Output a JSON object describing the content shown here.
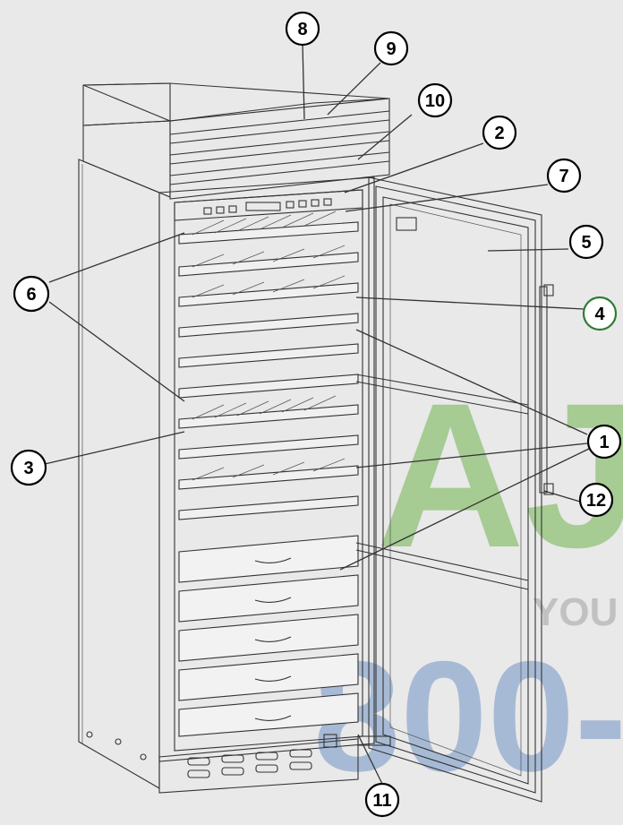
{
  "watermark": {
    "line1": "AJ",
    "line2": "YOU",
    "line3": "800-",
    "colors": {
      "green": "#5aa832",
      "blue": "#3e6fb5",
      "gray": "#9a9a9a"
    }
  },
  "callouts": [
    {
      "id": "1",
      "label": "1"
    },
    {
      "id": "2",
      "label": "2"
    },
    {
      "id": "3",
      "label": "3"
    },
    {
      "id": "4",
      "label": "4"
    },
    {
      "id": "5",
      "label": "5"
    },
    {
      "id": "6",
      "label": "6"
    },
    {
      "id": "7",
      "label": "7"
    },
    {
      "id": "8",
      "label": "8"
    },
    {
      "id": "9",
      "label": "9"
    },
    {
      "id": "10",
      "label": "10"
    },
    {
      "id": "11",
      "label": "11"
    },
    {
      "id": "12",
      "label": "12"
    }
  ],
  "colors": {
    "background": "#e9e9e9",
    "line": "#333333",
    "accent": "#2e7d32"
  }
}
